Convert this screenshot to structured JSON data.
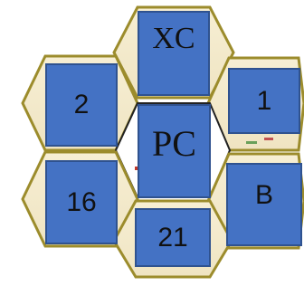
{
  "tiles": {
    "xc": "XC",
    "two": "2",
    "one": "1",
    "pc": "PC",
    "sixteen": "16",
    "b": "B",
    "twentyone": "21"
  },
  "colors": {
    "tile_fill": "#4472c4",
    "tile_border": "#2f528f",
    "hex_outline": "#9c8c2c",
    "hex_fill": "#f4ecd2"
  }
}
